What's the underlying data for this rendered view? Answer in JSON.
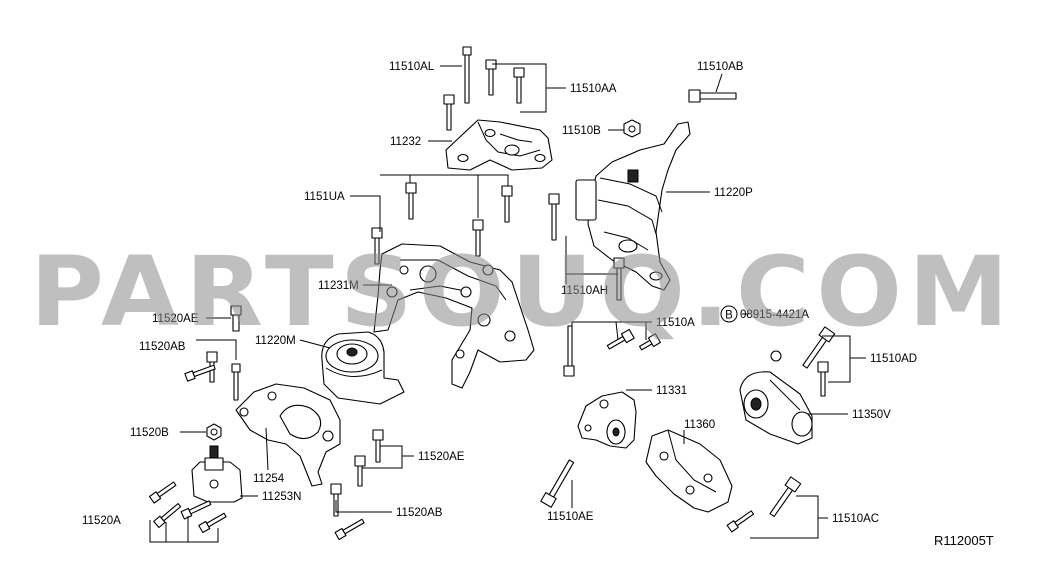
{
  "diagram_code": "R112005T",
  "watermark": "PARTSOUQ.COM",
  "callout_prefix": "B",
  "labels": {
    "l_11510AL": "11510AL",
    "l_11510AA": "11510AA",
    "l_11510AB_top": "11510AB",
    "l_11232": "11232",
    "l_11510B": "11510B",
    "l_11510UA": "1151UA",
    "l_11220P": "11220P",
    "l_11231M": "11231M",
    "l_11510AH": "11510AH",
    "l_11520AE_top": "11520AE",
    "l_11520AB_left": "11520AB",
    "l_11220M": "11220M",
    "l_08915": "08915-4421A",
    "l_11510A": "11510A",
    "l_11510AD": "11510AD",
    "l_11331": "11331",
    "l_11350V": "11350V",
    "l_11520B": "11520B",
    "l_11254": "11254",
    "l_11520AE_mid": "11520AE",
    "l_11360": "11360",
    "l_11253N": "11253N",
    "l_11520A": "11520A",
    "l_11520AB_bottom": "11520AB",
    "l_11510AE": "11510AE",
    "l_11510AC": "11510AC"
  }
}
